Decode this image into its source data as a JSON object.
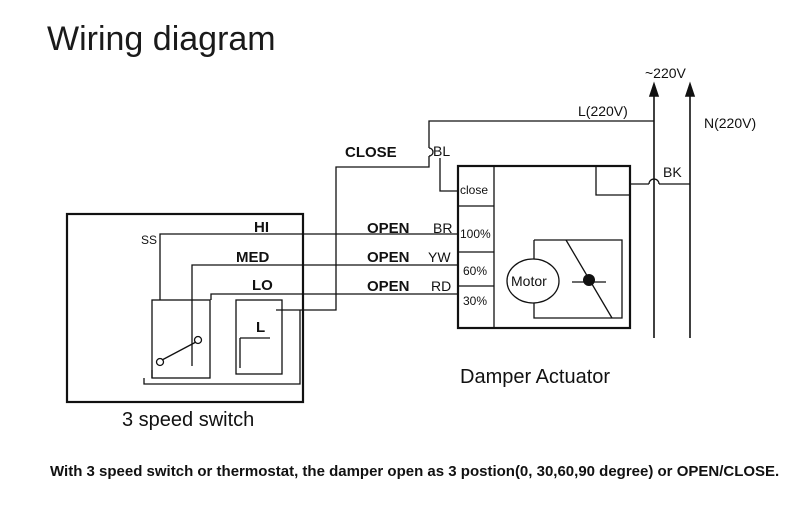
{
  "title": "Wiring diagram",
  "supply": {
    "phase": "~220V",
    "live": "L(220V)",
    "neutral": "N(220V)"
  },
  "wires": {
    "close": "CLOSE",
    "bl": "BL",
    "bk": "BK",
    "open": "OPEN",
    "br": "BR",
    "yw": "YW",
    "rd": "RD"
  },
  "switch": {
    "hi": "HI",
    "med": "MED",
    "lo": "LO",
    "ss": "SS",
    "l": "L",
    "caption": "3 speed switch"
  },
  "actuator": {
    "close": "close",
    "p100": "100%",
    "p60": "60%",
    "p30": "30%",
    "motor": "Motor",
    "caption": "Damper Actuator"
  },
  "caption": "With 3 speed switch or thermostat, the damper open as 3 postion(0, 30,60,90 degree) or OPEN/CLOSE."
}
